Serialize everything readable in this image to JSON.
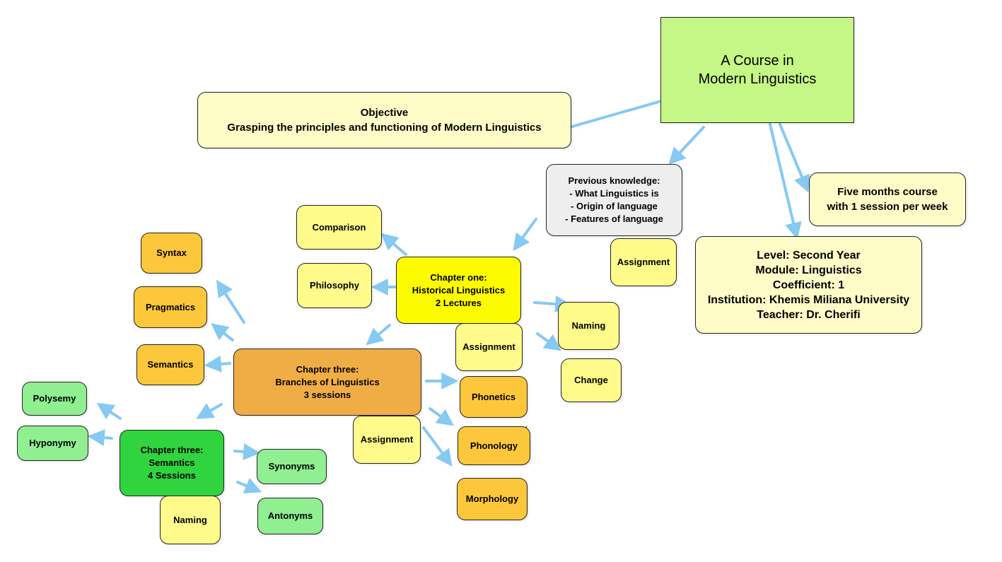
{
  "colors": {
    "arrow": "#86c9f2",
    "title": "#c4f785",
    "pale_yellow": "#fefdc8",
    "light_yellow": "#fefb8a",
    "bright_yellow": "#fdfb00",
    "orange": "#fdc73b",
    "dark_orange": "#f1ad45",
    "light_green": "#8fef91",
    "green": "#30d43e",
    "grey": "#eeeeee"
  },
  "nodes": {
    "title": "A Course in\nModern Linguistics",
    "objective": "Objective\nGrasping the principles and functioning of Modern Linguistics",
    "previous_knowledge": "Previous knowledge:\n- What Linguistics is\n- Origin of language\n- Features of language",
    "five_months": "Five months course\nwith 1 session per week",
    "course_info": "Level: Second Year\nModule: Linguistics\nCoefficient: 1\nInstitution: Khemis Miliana University\nTeacher: Dr. Cherifi",
    "assignment_prev": "Assignment",
    "chapter_one": "Chapter one:\nHistorical Linguistics\n2 Lectures",
    "comparison": "Comparison",
    "philosophy": "Philosophy",
    "naming_ch1": "Naming",
    "change": "Change",
    "assignment_ch1": "Assignment",
    "chapter_three_branches": "Chapter three:\nBranches of Linguistics\n3 sessions",
    "syntax": "Syntax",
    "pragmatics": "Pragmatics",
    "semantics_branch": "Semantics",
    "phonetics": "Phonetics",
    "phonology": "Phonology",
    "morphology": "Morphology",
    "assignment_branches": "Assignment",
    "chapter_three_semantics": "Chapter three:\nSemantics\n4 Sessions",
    "polysemy": "Polysemy",
    "hyponymy": "Hyponymy",
    "synonyms": "Synonyms",
    "antonyms": "Antonyms",
    "naming_sem": "Naming"
  }
}
